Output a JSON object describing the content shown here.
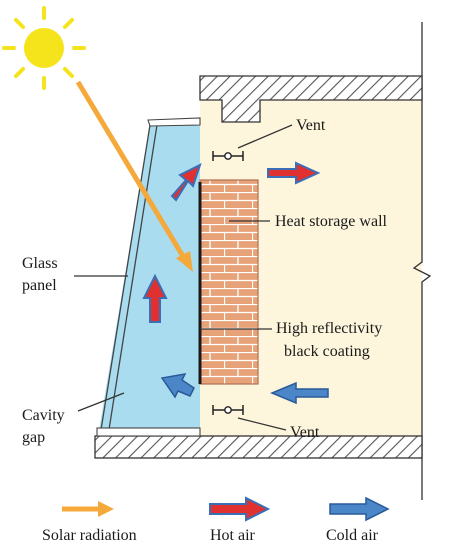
{
  "labels": {
    "vent_top": "Vent",
    "vent_bottom": "Vent",
    "heat_storage_wall": "Heat storage wall",
    "coating_line1": "High reflectivity",
    "coating_line2": "black coating",
    "glass_line1": "Glass",
    "glass_line2": "panel",
    "cavity_line1": "Cavity",
    "cavity_line2": "gap"
  },
  "legend": {
    "solar": "Solar radiation",
    "hot": "Hot air",
    "cold": "Cold air"
  },
  "colors": {
    "sun": "#f5e31c",
    "solar_ray": "#f4a93a",
    "hot_air": "#e03030",
    "cold_air": "#4a86c8",
    "room": "#fdf5dc",
    "cavity": "#a9dcef",
    "brick": "#e8a27a",
    "hatch": "#555555"
  }
}
